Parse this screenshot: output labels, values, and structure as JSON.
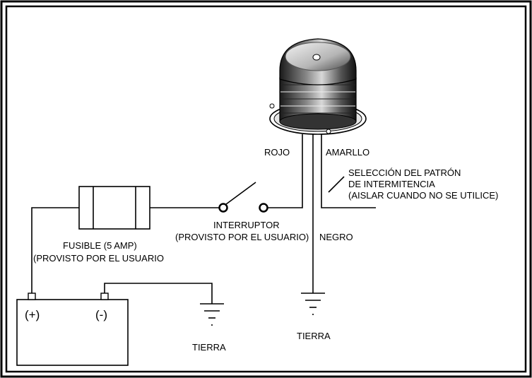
{
  "labels": {
    "rojo": "ROJO",
    "amarillo": "AMARLLO",
    "pattern_line1": "SELECCIÓN DEL PATRÓN",
    "pattern_line2": "DE INTERMITENCIA",
    "pattern_line3": "(AISLAR CUANDO NO SE UTILICE)",
    "interruptor_line1": "INTERRUPTOR",
    "interruptor_line2": "(PROVISTO POR EL USUARIO)",
    "negro": "NEGRO",
    "fusible_line1": "FUSIBLE (5 AMP)",
    "fusible_line2": "(PROVISTO POR EL USUARIO",
    "battery_positive": "(+)",
    "battery_negative": "(-)",
    "tierra_battery": "TIERRA",
    "tierra_light": "TIERRA"
  }
}
